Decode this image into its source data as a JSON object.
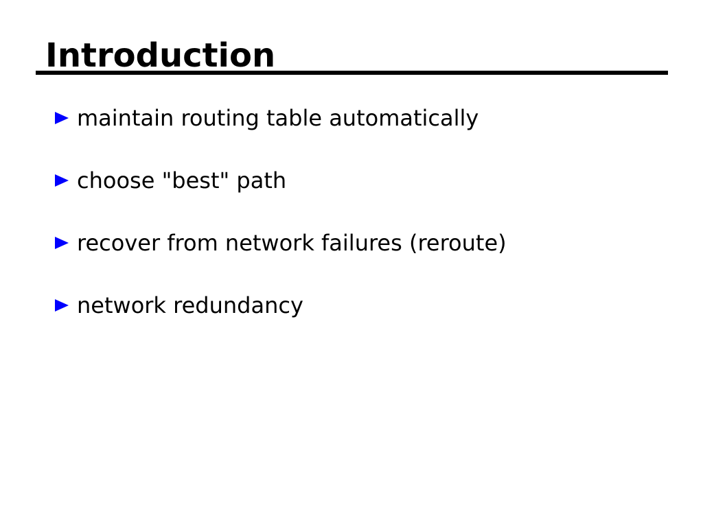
{
  "slide": {
    "title": "Introduction",
    "bullets": [
      {
        "text": "maintain routing table automatically"
      },
      {
        "text": "choose \"best\" path"
      },
      {
        "text": "recover from network failures (reroute)"
      },
      {
        "text": "network redundancy"
      }
    ]
  },
  "icons": {
    "bullet": "triangle-right-icon"
  },
  "colors": {
    "bullet": "#0000FF",
    "text": "#000000",
    "rule": "#000000",
    "background": "#FFFFFF"
  }
}
